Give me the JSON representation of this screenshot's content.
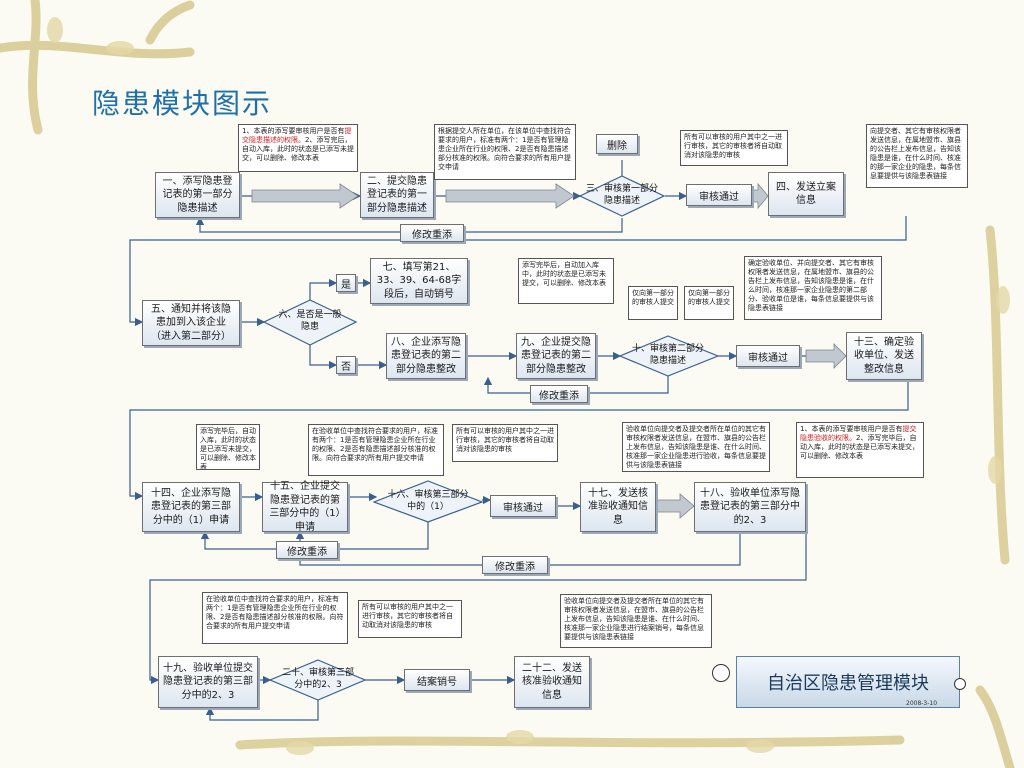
{
  "slide": {
    "title": "隐患模块图示"
  },
  "module": {
    "title": "自治区隐患管理模块",
    "date": "2008-3-10"
  },
  "steps": {
    "s1": "一、添写隐患登记表的第一部分隐患描述",
    "s2": "二、提交隐患登记表的第一部分隐患描述",
    "s3": "三、审核第一部分隐患描述",
    "s4": "四、发送立案信息",
    "s5": "五、通知并将该隐患加到入该企业（进入第二部分）",
    "s6": "六、是否是一般隐患",
    "s7": "七、填写第21、33、39、64-68字段后，自动销号",
    "s8": "八、企业添写隐患登记表的第二部分隐患整改",
    "s9": "九、企业提交隐患登记表的第二部分隐患整改",
    "s10": "十、审核第二部分隐患描述",
    "s13": "十三、确定验收单位、发送整改信息",
    "s14": "十四、企业添写隐患登记表的第三部分中的（1）申请",
    "s15": "十五、企业提交隐患登记表的第三部分中的（1）申请",
    "s16": "十六、审核第三部分中的（1）",
    "s17": "十七、发送核准验收通知信息",
    "s18": "十八、验收单位添写隐患登记表的第三部分中的2、3",
    "s19": "十九、验收单位提交隐患登记表的第三部分中的2、3",
    "s20": "二十、审核第三部分中的2、3",
    "s22": "二十二、发送核准验收通知信息"
  },
  "labels": {
    "delete": "删除",
    "approve1": "审核通过",
    "approve2": "审核通过",
    "approve3": "审核通过",
    "revise1": "修改重添",
    "revise2": "修改重添",
    "revise3": "修改重添",
    "revise4": "修改重添",
    "yes": "是",
    "no": "否",
    "close": "结案销号"
  },
  "notes": {
    "n1a": "1、本表的添写要审核用户是否有",
    "n1red": "提交隐患描述的权限。",
    "n1b": "2、添写完后，自动入库，此时的状态是已添写未提交，可以删除、修改本表",
    "n2": "根据提交人所在单位，在该单位中查找符合要求的用户，标准有两个：1是否有管理隐患企业所在行业的权限、2是否有隐患描述部分核准的权限。向符合要求的所有用户提交申请",
    "n3": "所有可以审核的用户其中之一进行审核，其它的审核者将自动取消对该隐患的审核",
    "n4": "向提交者、其它有审核权限者发送信息，在属地盟市、旗县的公告栏上发布信息，告知该隐患是谁，在什么时间、核准的那一家企业的隐患，每条信息要提供与该隐患表链接",
    "n5": "添写完毕后，自动加入库中，此时的状态是已添写未提交，可以删除、修改本表",
    "n6": "仅向第一部分的审核人提交",
    "n7": "仅向第一部分的审核人提交",
    "n8": "确定验收单位、并向提交者、其它有审核权限者发送信息，在属地盟市、旗县的公告栏上发布信息，告知该隐患是谁，在什么时间，核准那一家企业隐患的第二部分、验收单位是谁，每条信息要提供与该隐患表链接",
    "n9": "添写完毕后，自动入库，此时的状态是已添写未提交，可以删除、修改本表",
    "n10": "在验收单位中查找符合要求的用户，标准有两个：1是否有管理隐患企业所在行业的权限、2是否有隐患描述部分核准的权限。向符合要求的所有用户提交申请",
    "n11": "所有可以审核的用户其中之一进行审核，其它的审核者将自动取消对该隐患的审核",
    "n12": "验收单位向提交者及提交者所在单位的其它有审核权限者发送信息，在盟市、旗县的公告栏上发布信息，告知该隐患是谁、在什么时间、核准那一家企业隐患进行验收，每条信息要提供与该隐患表链接",
    "n13a": "1、本表的添写要审核用户是否有",
    "n13red": "提交隐患验收的权限。",
    "n13b": "2、添写完毕后，自动入库，此时的状态是已添写未提交，可以删除、修改本表",
    "n14": "在验收单位中查找符合要求的用户，标准有两个：1是否有管理隐患企业所在行业的权限、2是否有隐患描述部分核准的权限。向符合要求的所有用户提交申请",
    "n15": "所有可以审核的用户其中之一进行审核，其它的审核者将自动取消对该隐患的审核",
    "n16": "验收单位向提交者及提交者所在单位的其它有审核权限者发送信息，在盟市、旗县的公告栏上发布信息，告知该隐患是谁、在什么时间、核准那一家企业隐患进行结案销号，每条信息要提供与该隐患表链接"
  },
  "colors": {
    "title": "#1f6fa8",
    "vine": "#cfc08a",
    "line": "#3a5f8f",
    "arrow": "#8a9097"
  }
}
